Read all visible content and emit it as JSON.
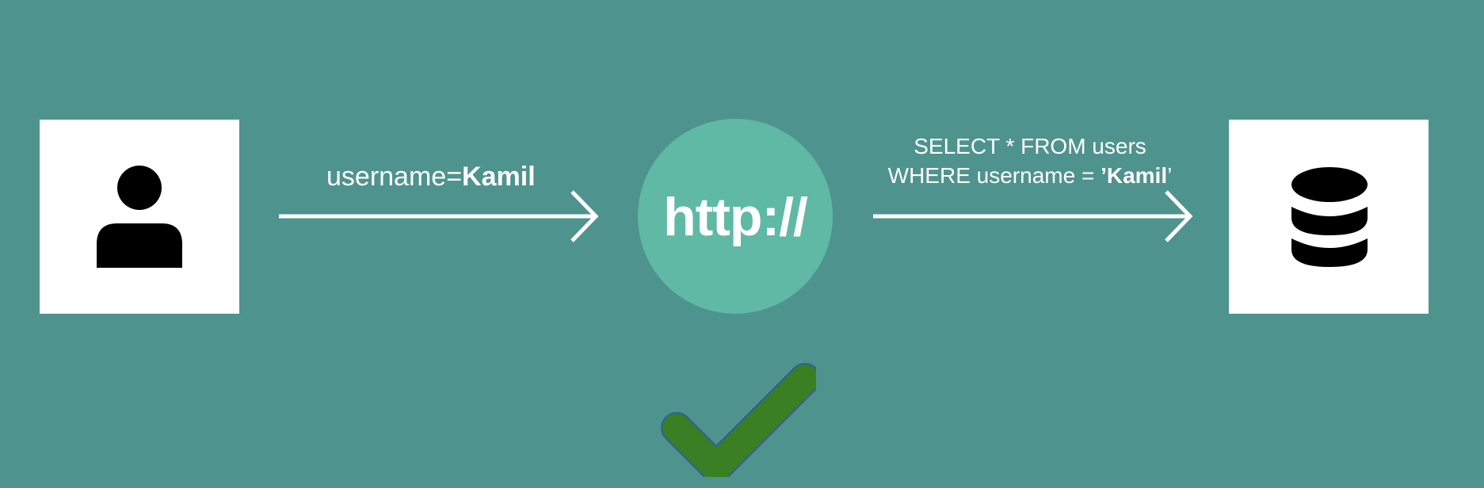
{
  "request": {
    "param_name": "username=",
    "param_value": "Kamil"
  },
  "server": {
    "label": "http://",
    "color": "#5fb9a5"
  },
  "query": {
    "line1": "SELECT * FROM users",
    "line2_prefix": "WHERE username = ",
    "quote_open": "’",
    "value": "Kamil",
    "quote_close": "’"
  },
  "icons": {
    "user": "user-icon",
    "database": "database-icon",
    "result": "checkmark-icon"
  },
  "colors": {
    "background": "#4f938e",
    "panel": "#ffffff",
    "check": "#3a7f23"
  }
}
